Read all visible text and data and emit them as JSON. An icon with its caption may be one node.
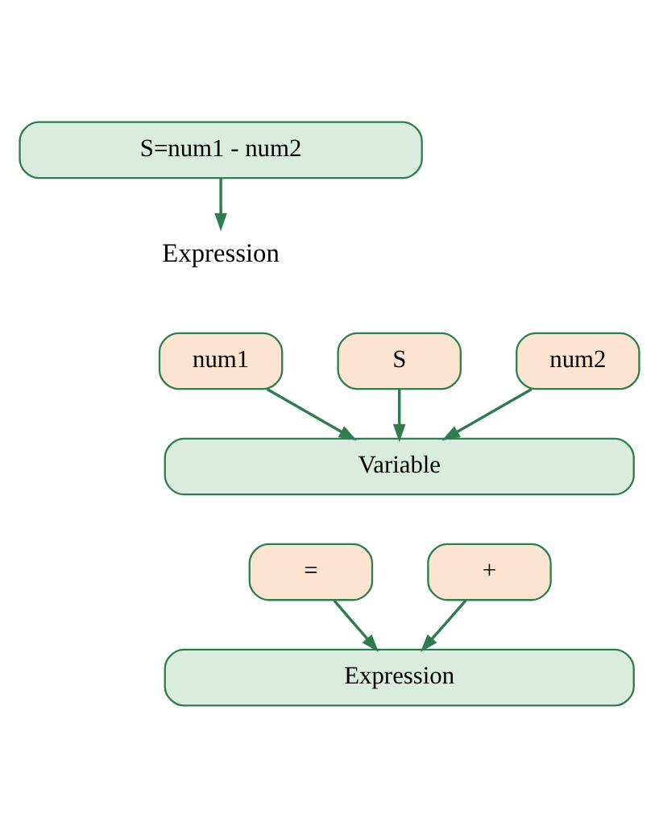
{
  "diagram": {
    "nodes": [
      {
        "text": [
          "S=num1 - num2"
        ]
      },
      {
        "text": [
          "Expression"
        ]
      },
      {
        "text": [
          "S"
        ]
      },
      {
        "text": [
          "num1"
        ]
      },
      {
        "text": [
          "num2"
        ]
      },
      {
        "text": [
          "Variable"
        ]
      },
      {
        "text": [
          "="
        ]
      },
      {
        "text": [
          "+"
        ]
      },
      {
        "text": [
          "Expression"
        ]
      }
    ],
    "edges": [
      {
        "from": 0,
        "to": 1,
        "arrow": "to"
      },
      {
        "from": 2,
        "to": 5,
        "arrow": "to"
      },
      {
        "from": 3,
        "to": 5,
        "arrow": "to"
      },
      {
        "from": 4,
        "to": 5,
        "arrow": "to"
      },
      {
        "from": 6,
        "to": 8,
        "arrow": "to"
      },
      {
        "from": 7,
        "to": 8,
        "arrow": "to"
      }
    ]
  }
}
